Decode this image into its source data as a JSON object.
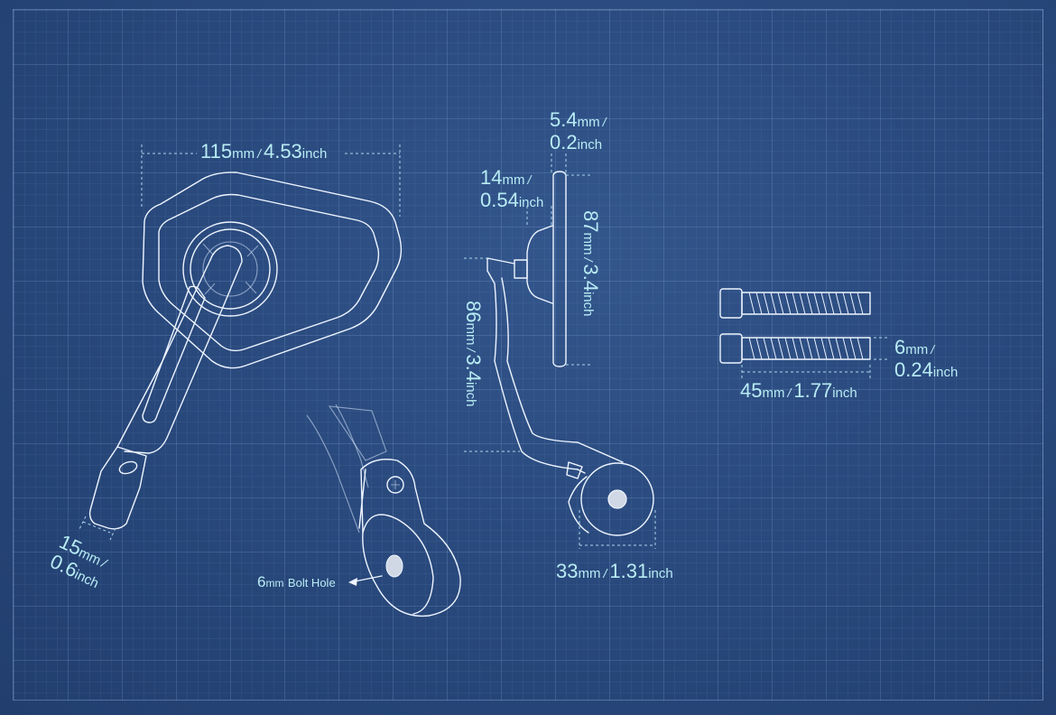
{
  "mirror_width": {
    "mm": "115",
    "mm_unit": "mm",
    "inch": "4.53",
    "inch_unit": "inch"
  },
  "clamp_width": {
    "mm": "15",
    "mm_unit": "mm",
    "inch": "0.6",
    "inch_unit": "inch"
  },
  "bolt_hole": {
    "size": "6",
    "unit": "mm",
    "text": "Bolt Hole"
  },
  "glass_thickness": {
    "mm": "5.4",
    "mm_unit": "mm",
    "inch": "0.2",
    "inch_unit": "inch"
  },
  "mount_depth": {
    "mm": "14",
    "mm_unit": "mm",
    "inch": "0.54",
    "inch_unit": "inch"
  },
  "glass_height": {
    "mm": "87",
    "mm_unit": "mm",
    "inch": "3.4",
    "inch_unit": "inch"
  },
  "arm_height": {
    "mm": "86",
    "mm_unit": "mm",
    "inch": "3.4",
    "inch_unit": "inch"
  },
  "clamp_diameter": {
    "mm": "33",
    "mm_unit": "mm",
    "inch": "1.31",
    "inch_unit": "inch"
  },
  "bolt_length": {
    "mm": "45",
    "mm_unit": "mm",
    "inch": "1.77",
    "inch_unit": "inch"
  },
  "bolt_diameter": {
    "mm": "6",
    "mm_unit": "mm",
    "inch": "0.24",
    "inch_unit": "inch"
  },
  "separator": "/",
  "colors": {
    "background": "#2a4a7e",
    "line": "#eef5ff",
    "label": "#b8ecf4"
  }
}
